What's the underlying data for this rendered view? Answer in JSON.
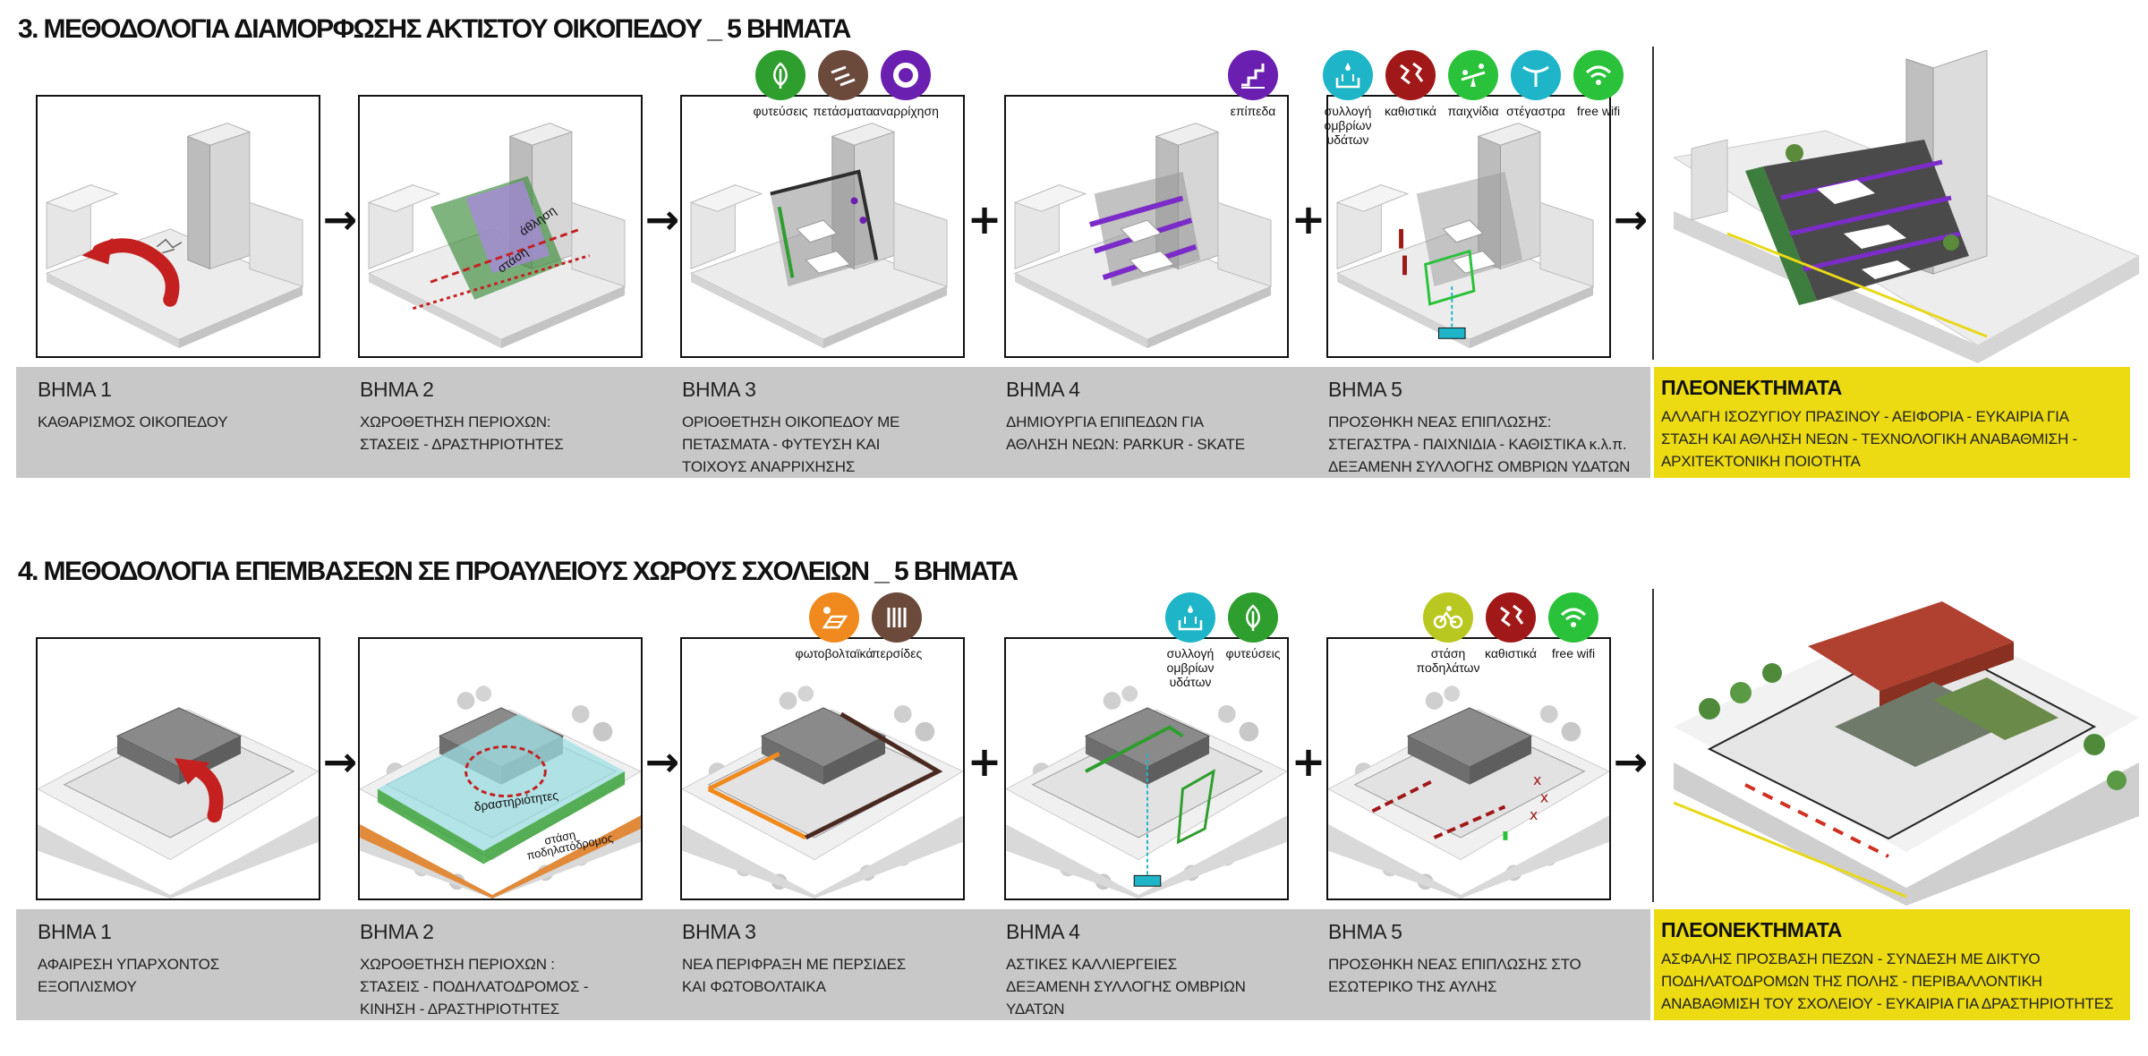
{
  "colors": {
    "green": "#2e9e2e",
    "brown": "#6b4a3c",
    "purple": "#6a1fb0",
    "teal": "#1eb5c8",
    "darkred": "#a01818",
    "lime": "#2ac23a",
    "orange": "#f08a1e",
    "olive": "#b8c820",
    "grey_band": "#c8c8c8",
    "yellow_band": "#ecdb12"
  },
  "section1": {
    "title": "3. ΜΕΘΟΔΟΛΟΓΙΑ ΔΙΑΜΟΡΦΩΣΗΣ ΑΚΤΙΣΤΟΥ ΟΙΚΟΠΕΔΟΥ _ 5 ΒΗΜΑΤΑ",
    "step3_icons": [
      {
        "name": "leaf-icon",
        "label": "φυτεύσεις",
        "color": "#2e9e2e"
      },
      {
        "name": "stripes-icon",
        "label": "πετάσματα",
        "color": "#6b4a3c"
      },
      {
        "name": "climbing-hold-icon",
        "label": "αναρρίχηση",
        "color": "#6a1fb0"
      }
    ],
    "step4_icons": [
      {
        "name": "stairs-icon",
        "label": "επίπεδα",
        "color": "#6a1fb0"
      }
    ],
    "step5_icons": [
      {
        "name": "rain-collection-icon",
        "label": "συλλογή\nομβρίων\nυδάτων",
        "color": "#1eb5c8"
      },
      {
        "name": "seating-icon",
        "label": "καθιστικά",
        "color": "#a01818"
      },
      {
        "name": "seesaw-icon",
        "label": "παιχνίδια",
        "color": "#2ac23a"
      },
      {
        "name": "canopy-icon",
        "label": "στέγαστρα",
        "color": "#1eb5c8"
      },
      {
        "name": "wifi-icon",
        "label": "free wifi",
        "color": "#2ac23a"
      }
    ],
    "diagram_labels": {
      "athlisi": "άθληση",
      "stasi": "στάση"
    },
    "steps": [
      {
        "title": "ΒΗΜΑ 1",
        "desc": "ΚΑΘΑΡΙΣΜΟΣ ΟΙΚΟΠΕΔΟΥ"
      },
      {
        "title": "ΒΗΜΑ 2",
        "desc": "ΧΩΡΟΘΕΤΗΣΗ ΠΕΡΙΟΧΩΝ:\nΣΤΑΣΕΙΣ - ΔΡΑΣΤΗΡΙΟΤΗΤΕΣ"
      },
      {
        "title": "ΒΗΜΑ 3",
        "desc": "ΟΡΙΟΘΕΤΗΣΗ ΟΙΚΟΠΕΔΟΥ ΜΕ\nΠΕΤΑΣΜΑΤΑ - ΦΥΤΕΥΣΗ ΚΑΙ\nΤΟΙΧΟΥΣ ΑΝΑΡΡΙΧΗΣΗΣ"
      },
      {
        "title": "ΒΗΜΑ 4",
        "desc": "ΔΗΜΙΟΥΡΓΙΑ ΕΠΙΠΕΔΩΝ ΓΙΑ\nΑΘΛΗΣΗ ΝΕΩΝ: PARKUR - SKATE"
      },
      {
        "title": "ΒΗΜΑ 5",
        "desc": "ΠΡΟΣΘΗΚΗ ΝΕΑΣ ΕΠΙΠΛΩΣΗΣ:\nΣΤΕΓΑΣΤΡΑ - ΠΑΙΧΝΙΔΙΑ - ΚΑΘΙΣΤΙΚΑ κ.λ.π.\nΔΕΞΑΜΕΝΗ ΣΥΛΛΟΓΗΣ ΟΜΒΡΙΩΝ ΥΔΑΤΩΝ"
      }
    ],
    "advantages": {
      "title": "ΠΛΕΟΝΕΚΤΗΜΑΤΑ",
      "desc": "ΑΛΛΑΓΗ ΙΣΟΖΥΓΙΟΥ ΠΡΑΣΙΝΟΥ - ΑΕΙΦΟΡΙΑ - ΕΥΚΑΙΡΙΑ ΓΙΑ\nΣΤΑΣΗ ΚΑΙ ΑΘΛΗΣΗ ΝΕΩΝ - ΤΕΧΝΟΛΟΓΙΚΗ ΑΝΑΒΑΘΜΙΣΗ -\nΑΡΧΙΤΕΚΤΟΝΙΚΗ ΠΟΙΟΤΗΤΑ"
    }
  },
  "section2": {
    "title": "4. ΜΕΘΟΔΟΛΟΓΙΑ ΕΠΕΜΒΑΣΕΩΝ ΣΕ ΠΡΟΑΥΛΕΙΟΥΣ ΧΩΡΟΥΣ ΣΧΟΛΕΙΩΝ _ 5 ΒΗΜΑΤΑ",
    "step3_icons": [
      {
        "name": "solar-panel-icon",
        "label": "φωτοβολταϊκά",
        "color": "#f08a1e"
      },
      {
        "name": "blinds-icon",
        "label": "περσίδες",
        "color": "#6b4a3c"
      }
    ],
    "step4_icons": [
      {
        "name": "rain-collection-icon",
        "label": "συλλογή\nομβρίων\nυδάτων",
        "color": "#1eb5c8"
      },
      {
        "name": "leaf-icon",
        "label": "φυτεύσεις",
        "color": "#2e9e2e"
      }
    ],
    "step5_icons": [
      {
        "name": "bicycle-icon",
        "label": "στάση\nποδηλάτων",
        "color": "#b8c820"
      },
      {
        "name": "seating-icon",
        "label": "καθιστικά",
        "color": "#a01818"
      },
      {
        "name": "wifi-icon",
        "label": "free wifi",
        "color": "#2ac23a"
      }
    ],
    "diagram_labels": {
      "drastiriotites": "δραστηριότητες",
      "stasi": "στάση",
      "podilatodromos": "ποδηλατόδρομος"
    },
    "steps": [
      {
        "title": "ΒΗΜΑ 1",
        "desc": "ΑΦΑΙΡΕΣΗ ΥΠΑΡΧΟΝΤΟΣ\nΕΞΟΠΛΙΣΜΟΥ"
      },
      {
        "title": "ΒΗΜΑ 2",
        "desc": "ΧΩΡΟΘΕΤΗΣΗ ΠΕΡΙΟΧΩΝ :\nΣΤΑΣΕΙΣ - ΠΟΔΗΛΑΤΟΔΡΟΜΟΣ -\nΚΙΝΗΣΗ - ΔΡΑΣΤΗΡΙΟΤΗΤΕΣ"
      },
      {
        "title": "ΒΗΜΑ 3",
        "desc": "ΝΕΑ ΠΕΡΙΦΡΑΞΗ ΜΕ ΠΕΡΣΙΔΕΣ\nΚΑΙ ΦΩΤΟΒΟΛΤΑΙΚΑ"
      },
      {
        "title": "ΒΗΜΑ 4",
        "desc": "ΑΣΤΙΚΕΣ ΚΑΛΛΙΕΡΓΕΙΕΣ\nΔΕΞΑΜΕΝΗ ΣΥΛΛΟΓΗΣ ΟΜΒΡΙΩΝ\nΥΔΑΤΩΝ"
      },
      {
        "title": "ΒΗΜΑ 5",
        "desc": "ΠΡΟΣΘΗΚΗ ΝΕΑΣ ΕΠΙΠΛΩΣΗΣ ΣΤΟ\nΕΣΩΤΕΡΙΚΟ ΤΗΣ ΑΥΛΗΣ"
      }
    ],
    "advantages": {
      "title": "ΠΛΕΟΝΕΚΤΗΜΑΤΑ",
      "desc": "ΑΣΦΑΛΗΣ ΠΡΟΣΒΑΣΗ ΠΕΖΩΝ - ΣΥΝΔΕΣΗ ΜΕ ΔΙΚΤΥΟ\nΠΟΔΗΛΑΤΟΔΡΟΜΩΝ ΤΗΣ ΠΟΛΗΣ - ΠΕΡΙΒΑΛΛΟΝΤΙΚΗ\nΑΝΑΒΑΘΜΙΣΗ ΤΟΥ ΣΧΟΛΕΙΟΥ - ΕΥΚΑΙΡΙΑ ΓΙΑ ΔΡΑΣΤΗΡΙΟΤΗΤΕΣ"
    }
  },
  "operators": [
    "→",
    "→",
    "+",
    "+",
    "→"
  ]
}
